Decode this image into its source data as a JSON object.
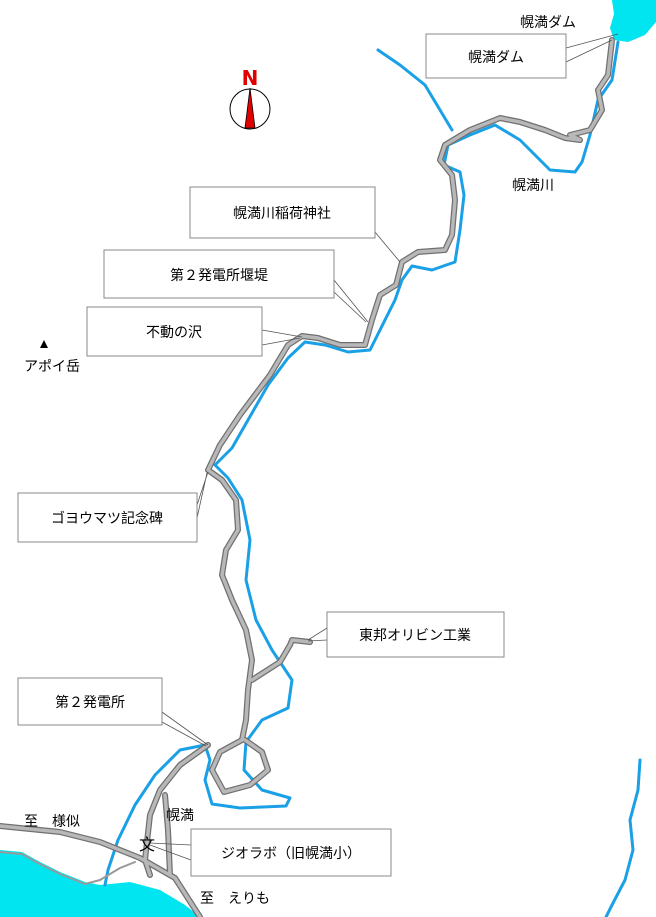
{
  "map": {
    "colors": {
      "river": "#1aa0e6",
      "water": "#00e5f0",
      "road": "#a0a0a0",
      "road_edge": "#707070",
      "north": "#e00000"
    },
    "north_label": "N",
    "labels": {
      "dam_small": "幌満ダム",
      "river": "幌満川",
      "mountain": "アポイ岳",
      "to_samani": "至　様似",
      "horoman": "幌満",
      "to_erimo": "至　えりも"
    },
    "callouts": {
      "dam": "幌満ダム",
      "shrine": "幌満川稲荷神社",
      "weir": "第２発電所堰堤",
      "fudo": "不動の沢",
      "goyomatsu": "ゴヨウマツ記念碑",
      "toho": "東邦オリビン工業",
      "plant2": "第２発電所",
      "geolab": "ジオラボ（旧幌満小）"
    }
  }
}
